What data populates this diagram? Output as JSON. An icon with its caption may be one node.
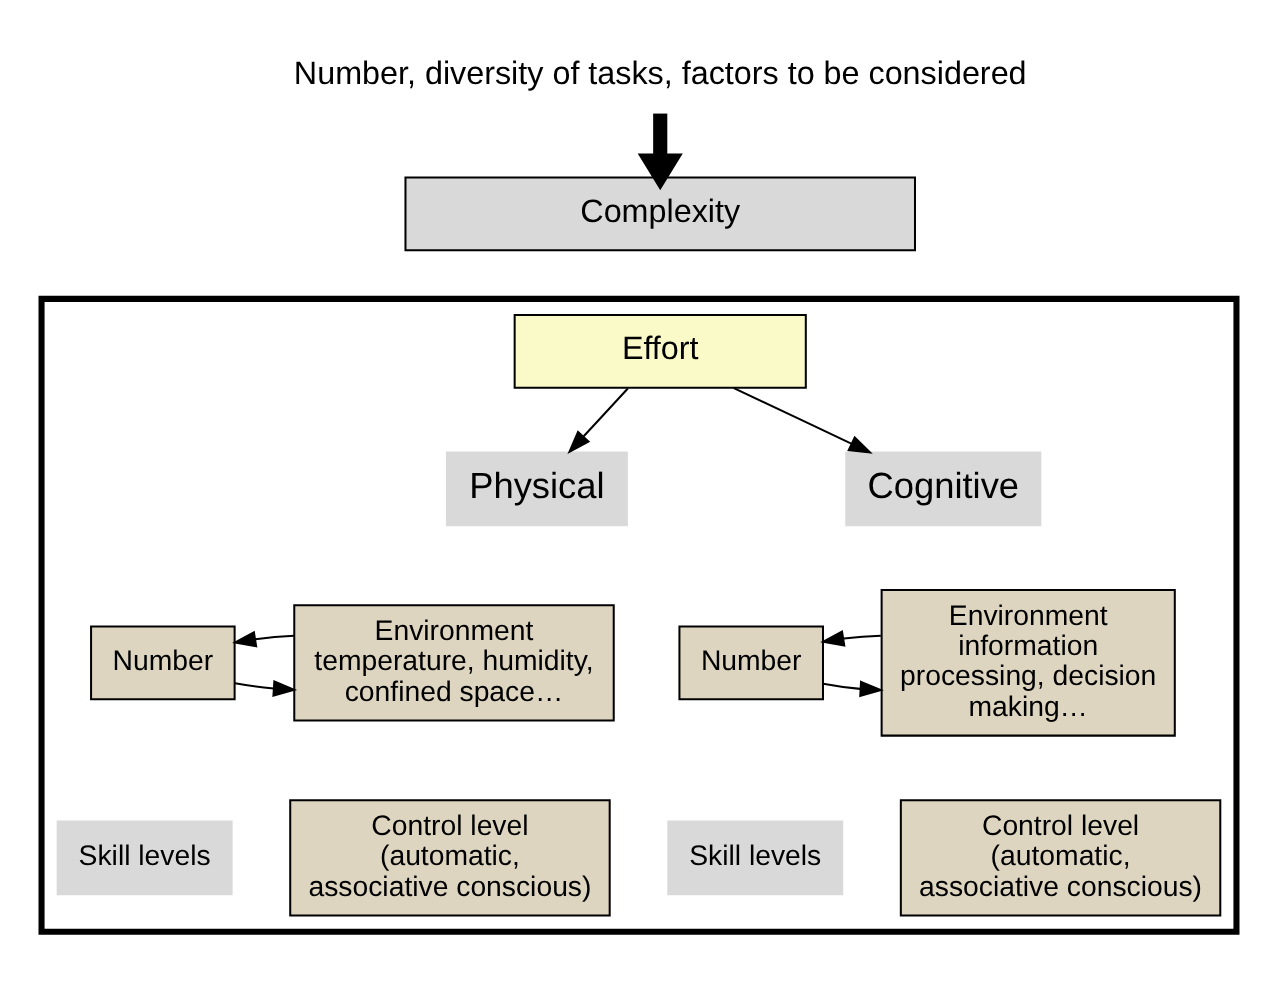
{
  "diagram": {
    "nodes": [
      {
        "text": [
          "Number, diversity of tasks, factors to be considered"
        ]
      },
      {
        "text": [
          "Complexity"
        ]
      },
      {
        "text": [],
        "shape": "box"
      },
      {
        "text": [
          "Effort"
        ],
        "in": 2
      },
      {
        "text": [
          "Physical"
        ],
        "in": 2
      },
      {
        "text": [
          "Cognitive"
        ],
        "in": 2
      },
      {
        "text": [
          "Number"
        ],
        "in": 2
      },
      {
        "text": [
          "Environment temperature, humidity, confined space…"
        ],
        "in": 2
      },
      {
        "text": [
          "Control level (automatic, associative conscious)"
        ],
        "in": 2
      },
      {
        "text": [
          "Skill levels"
        ],
        "in": 2
      },
      {
        "text": [
          "Number"
        ],
        "in": 2
      },
      {
        "text": [
          "Environment information processing, decision making…"
        ],
        "in": 2
      },
      {
        "text": [
          "Control level (automatic, associative conscious)"
        ],
        "in": 2
      },
      {
        "text": [
          "Skill levels"
        ],
        "in": 2
      }
    ],
    "edges": [
      {
        "from": 0,
        "to": 1,
        "arrow": "to",
        "style": "thick"
      },
      {
        "from": 3,
        "to": 4,
        "arrow": "to"
      },
      {
        "from": 3,
        "to": 5,
        "arrow": "to"
      },
      {
        "from": 6,
        "to": 7,
        "arrow": "to"
      },
      {
        "from": 7,
        "to": 6,
        "arrow": "to"
      },
      {
        "from": 10,
        "to": 11,
        "arrow": "to"
      },
      {
        "from": 11,
        "to": 10,
        "arrow": "to"
      }
    ]
  }
}
